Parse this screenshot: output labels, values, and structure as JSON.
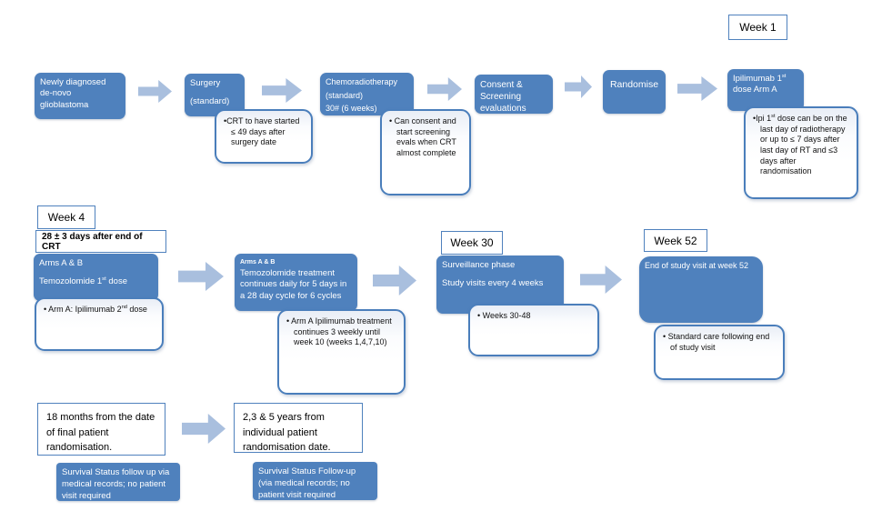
{
  "labels": {
    "week1": "Week 1",
    "week4": "Week 4",
    "week30": "Week 30",
    "week52": "Week 52"
  },
  "colors": {
    "box_fill": "#4f81bd",
    "arrow_fill": "#a9bfde",
    "callout_border": "#4a7ebb"
  },
  "row1": {
    "box_newly": "Newly diagnosed de-novo glioblastoma",
    "box_surgery_line1": "Surgery",
    "box_surgery_line2": "(standard)",
    "box_chemo_line1": "Chemoradiotherapy",
    "box_chemo_line2": "(standard)",
    "box_chemo_line3": "30# (6 weeks)",
    "box_consent": "Consent & Screening evaluations",
    "box_randomise": "Randomise",
    "box_ipi_pre": "Ipilimumab 1",
    "box_ipi_sup": "st",
    "box_ipi_post": " dose Arm A",
    "callout_crt": "•CRT to have started ≤ 49 days after surgery date",
    "callout_consent": "• Can consent and start screening evals when CRT almost complete",
    "callout_ipi_pre": "•Ipi 1",
    "callout_ipi_sup": "st",
    "callout_ipi_post": " dose can be on the last day of radiotherapy or up to ≤ 7 days after last day of RT and ≤3 days after randomisation"
  },
  "row2": {
    "band_28days": "28 ± 3 days after end of CRT",
    "box_tmz1_line1": "Arms A & B",
    "box_tmz1_pre": "Temozolomide 1",
    "box_tmz1_sup": "st",
    "box_tmz1_post": " dose",
    "callout_arm2_pre": "• Arm A: Ipilimumab 2",
    "callout_arm2_sup": "nd",
    "callout_arm2_post": " dose",
    "box_tmz2_header": "Arms A & B",
    "box_tmz2_body": "Temozolomide treatment continues daily for 5 days in a 28 day cycle for 6 cycles",
    "callout_arm_cont": "• Arm A Ipilimumab treatment continues 3 weekly until week 10 (weeks 1,4,7,10)",
    "box_surv_line1": "Surveillance phase",
    "box_surv_line2": "Study visits every 4 weeks",
    "callout_weeks": "• Weeks 30-48",
    "box_eos": "End of study visit at week 52",
    "callout_std": "• Standard care following end of study visit"
  },
  "row3": {
    "box_18m": "18 months from the date of  final patient randomisation.",
    "box_survival1": "Survival Status follow up via medical records; no patient visit required",
    "box_235y": "2,3 & 5 years from individual patient randomisation date.",
    "box_survival2": "Survival Status Follow-up (via medical records; no patient visit required"
  }
}
